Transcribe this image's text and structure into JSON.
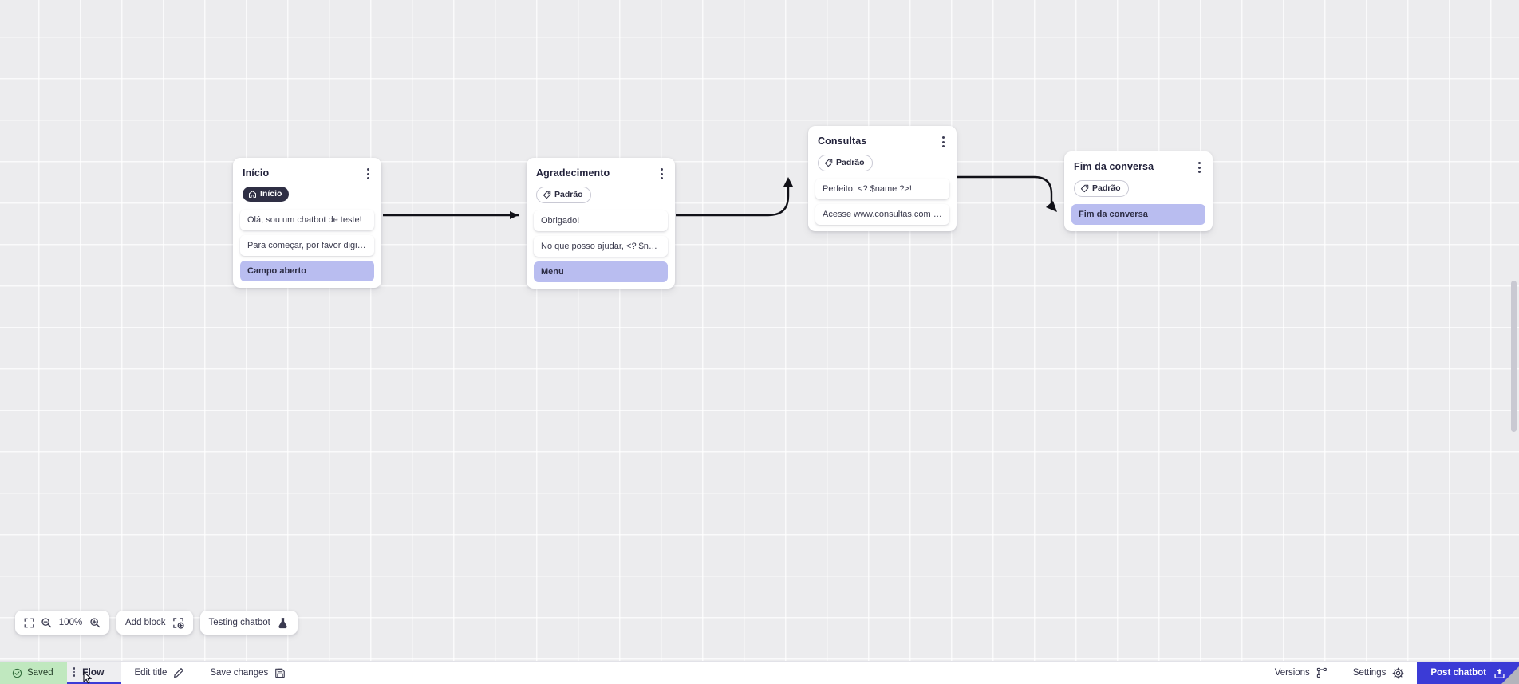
{
  "canvas": {
    "zoom_level": "100%",
    "nodes": [
      {
        "id": "inicio",
        "title": "Início",
        "badge": {
          "label": "Início",
          "icon": "home-icon",
          "style": "start"
        },
        "items": [
          {
            "text": "Olá, sou um chatbot de teste!",
            "accent": false
          },
          {
            "text": "Para começar, por favor digite o ...",
            "accent": false
          },
          {
            "text": "Campo aberto",
            "accent": true
          }
        ]
      },
      {
        "id": "agradecimento",
        "title": "Agradecimento",
        "badge": {
          "label": "Padrão",
          "icon": "tag-icon",
          "style": "default"
        },
        "items": [
          {
            "text": "Obrigado!",
            "accent": false
          },
          {
            "text": "No que posso ajudar, <? $name ...",
            "accent": false
          },
          {
            "text": "Menu",
            "accent": true
          }
        ]
      },
      {
        "id": "consultas",
        "title": "Consultas",
        "badge": {
          "label": "Padrão",
          "icon": "tag-icon",
          "style": "default"
        },
        "items": [
          {
            "text": "Perfeito, <? $name ?>!",
            "accent": false
          },
          {
            "text": "Acesse www.consultas.com par...",
            "accent": false
          }
        ]
      },
      {
        "id": "fim",
        "title": "Fim da conversa",
        "badge": {
          "label": "Padrão",
          "icon": "tag-icon",
          "style": "default"
        },
        "items": [
          {
            "text": "Fim da conversa",
            "accent": true
          }
        ]
      }
    ]
  },
  "toolbar": {
    "fit_icon": "fit-screen-icon",
    "zoom_out_icon": "zoom-out-icon",
    "zoom_in_icon": "zoom-in-icon",
    "zoom_level": "100%",
    "add_block_label": "Add block",
    "add_block_icon": "add-block-icon",
    "testing_label": "Testing chatbot",
    "testing_icon": "flask-icon"
  },
  "bottombar": {
    "saved_label": "Saved",
    "saved_icon": "check-circle-icon",
    "tab_label": "Flow",
    "tab_handle_icon": "drag-handle-icon",
    "edit_title_label": "Edit title",
    "edit_title_icon": "pencil-icon",
    "save_changes_label": "Save changes",
    "save_changes_icon": "floppy-disk-icon",
    "versions_label": "Versions",
    "versions_icon": "branch-icon",
    "settings_label": "Settings",
    "settings_icon": "gear-icon",
    "post_label": "Post chatbot",
    "post_icon": "upload-icon"
  },
  "colors": {
    "accent_blue": "#3b3bd6",
    "accent_lavender": "#b9bdf0",
    "saved_green": "#c0e8bf",
    "canvas_bg": "#ececee",
    "dark_badge": "#2f2f44"
  }
}
